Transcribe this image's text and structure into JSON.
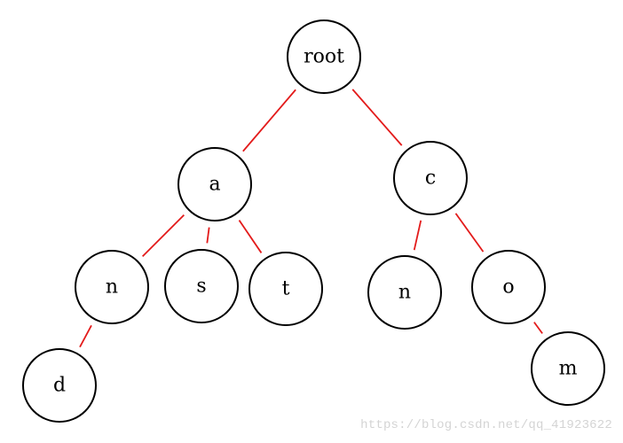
{
  "tree": {
    "nodes": [
      {
        "id": "root",
        "label": "root"
      },
      {
        "id": "a",
        "label": "a"
      },
      {
        "id": "c",
        "label": "c"
      },
      {
        "id": "a-n",
        "label": "n"
      },
      {
        "id": "a-s",
        "label": "s"
      },
      {
        "id": "a-t",
        "label": "t"
      },
      {
        "id": "c-n",
        "label": "n"
      },
      {
        "id": "c-o",
        "label": "o"
      },
      {
        "id": "a-n-d",
        "label": "d"
      },
      {
        "id": "c-o-m",
        "label": "m"
      }
    ],
    "edges": [
      {
        "from": "root",
        "to": "a"
      },
      {
        "from": "root",
        "to": "c"
      },
      {
        "from": "a",
        "to": "a-n"
      },
      {
        "from": "a",
        "to": "a-s"
      },
      {
        "from": "a",
        "to": "a-t"
      },
      {
        "from": "c",
        "to": "c-n"
      },
      {
        "from": "c",
        "to": "c-o"
      },
      {
        "from": "a-n",
        "to": "a-n-d"
      },
      {
        "from": "c-o",
        "to": "c-o-m"
      }
    ],
    "edge_color": "#e31b1b",
    "node_border_color": "#000000"
  },
  "watermark": {
    "text": "https://blog.csdn.net/qq_41923622"
  }
}
